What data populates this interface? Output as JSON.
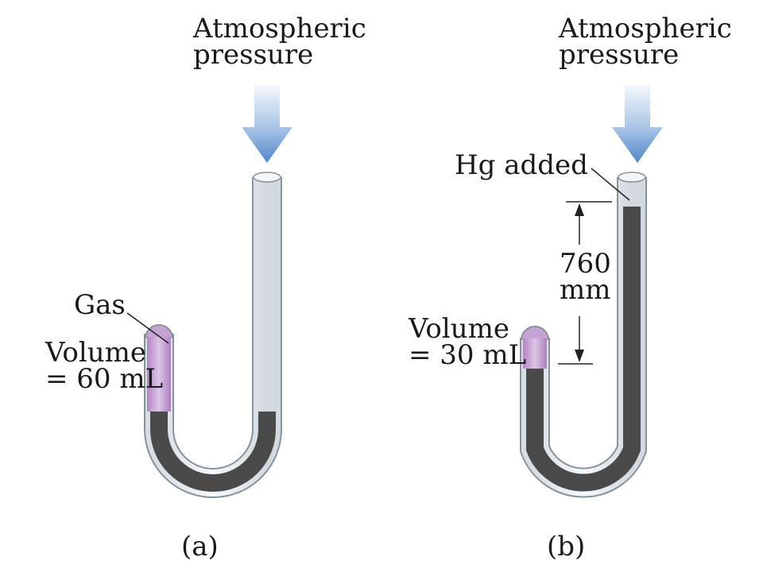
{
  "panel_a": {
    "pressure_label_line1": "Atmospheric",
    "pressure_label_line2": "pressure",
    "gas_label": "Gas",
    "volume_line1": "Volume",
    "volume_line2": "= 60 mL",
    "caption": "(a)"
  },
  "panel_b": {
    "pressure_label_line1": "Atmospheric",
    "pressure_label_line2": "pressure",
    "hg_label": "Hg added",
    "height_line1": "760",
    "height_line2": "mm",
    "volume_line1": "Volume",
    "volume_line2": "= 30 mL",
    "caption": "(b)"
  },
  "colors": {
    "mercury": "#4a4a4a",
    "gas": "#c7a3d4",
    "tube_glass": "#e8eef3",
    "tube_outline": "#8a9299",
    "arrow_top": "#e6eef8",
    "arrow_bottom": "#4f86c9"
  }
}
